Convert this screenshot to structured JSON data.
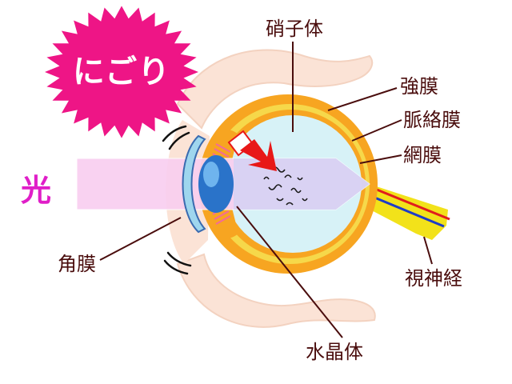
{
  "diagram": {
    "badge": {
      "text": "にごり"
    },
    "light": {
      "text": "光"
    },
    "labels": {
      "vitreous": "硝子体",
      "sclera": "強膜",
      "choroid": "脈絡膜",
      "retina": "網膜",
      "cornea": "角膜",
      "optic_nerve": "視神経",
      "lens": "水晶体"
    },
    "colors": {
      "badge": "#ee1586",
      "light_beam": "#f9cff0",
      "light_text": "#e01ec8",
      "sclera": "#f7a521",
      "choroid_band": "#f6d84a",
      "vitreous": "#d7f2f7",
      "lens": "#2a73c9",
      "arrow": "#e81818",
      "skin": "#fbe3d6",
      "label_text": "#4a0d0d",
      "nerve": "#f2e21a"
    }
  }
}
